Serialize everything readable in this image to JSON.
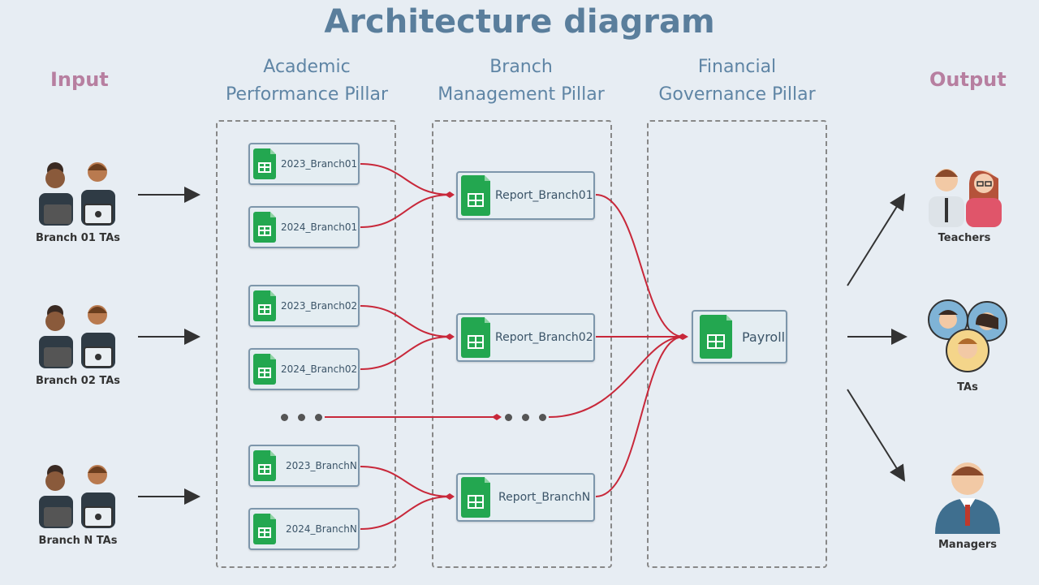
{
  "title": "Architecture diagram",
  "input": {
    "label": "Input",
    "groups": [
      {
        "label": "Branch 01 TAs"
      },
      {
        "label": "Branch 02 TAs"
      },
      {
        "label": "Branch N TAs"
      }
    ]
  },
  "pillars": [
    {
      "title_line1": "Academic",
      "title_line2": "Performance Pillar",
      "files": [
        "2023_Branch01",
        "2024_Branch01",
        "2023_Branch02",
        "2024_Branch02",
        "2023_BranchN",
        "2024_BranchN"
      ]
    },
    {
      "title_line1": "Branch",
      "title_line2": "Management Pillar",
      "files": [
        "Report_Branch01",
        "Report_Branch02",
        "Report_BranchN"
      ]
    },
    {
      "title_line1": "Financial",
      "title_line2": "Governance Pillar",
      "files": [
        "Payroll"
      ]
    }
  ],
  "output": {
    "label": "Output",
    "groups": [
      {
        "label": "Teachers"
      },
      {
        "label": "TAs"
      },
      {
        "label": "Managers"
      }
    ]
  },
  "colors": {
    "title": "#5a7e9c",
    "pillar_title": "#5f85a5",
    "side_title": "#b77fa0",
    "connector": "#c8283a",
    "sheet_green": "#23a750",
    "card_border": "#7d96ab",
    "background": "#e7edf3"
  }
}
